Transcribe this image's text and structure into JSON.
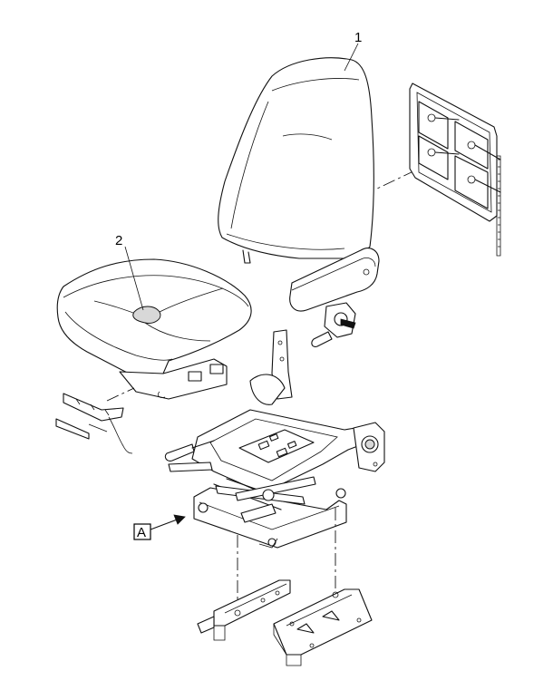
{
  "callouts": {
    "part1": "1",
    "part2": "2",
    "view": "A"
  }
}
